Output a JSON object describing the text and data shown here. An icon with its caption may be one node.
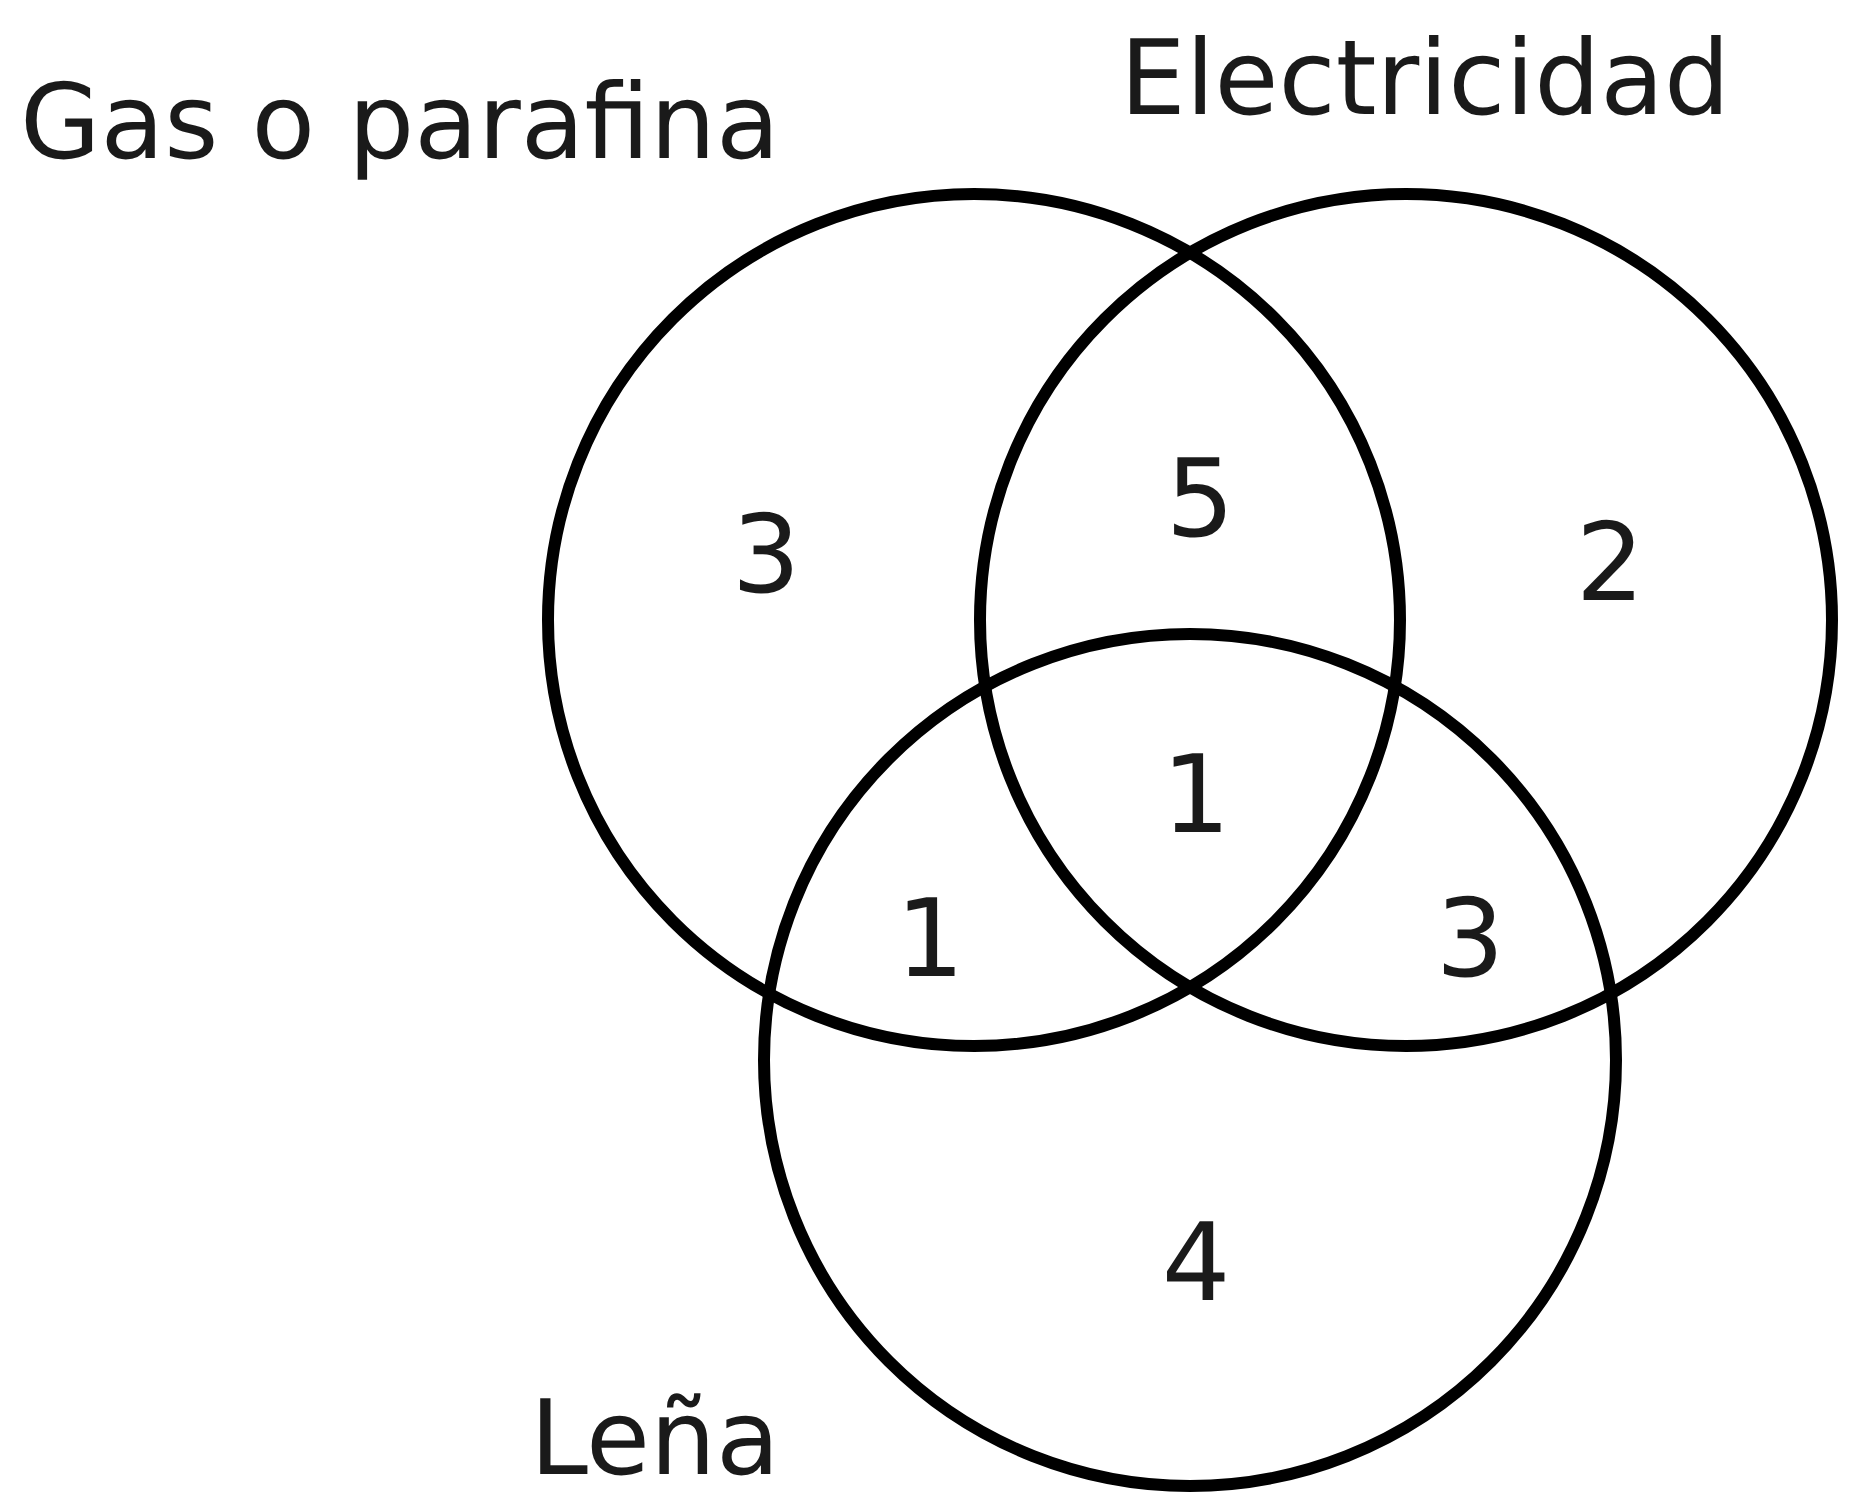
{
  "diagram": {
    "nodes": [
      {
        "text": [
          "Gas o parafina"
        ]
      },
      {
        "text": [
          "Electricidad"
        ]
      },
      {
        "text": [
          "Leña"
        ]
      }
    ],
    "labels": [
      "3",
      "5",
      "2",
      "1",
      "1",
      "3",
      "4"
    ]
  }
}
